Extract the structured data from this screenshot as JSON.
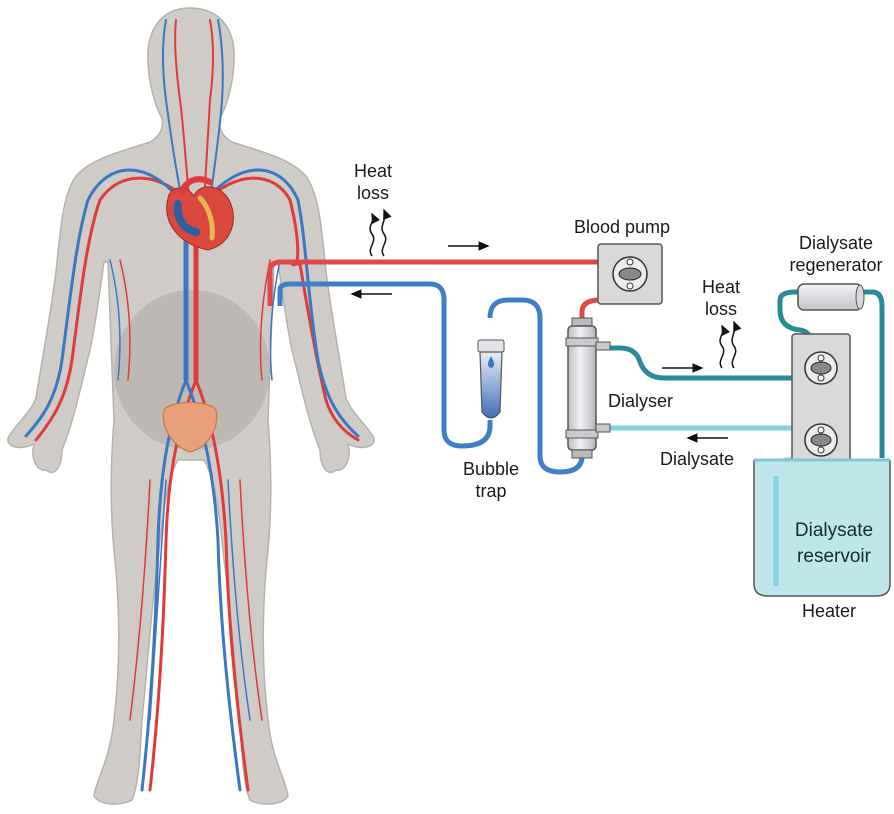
{
  "labels": {
    "heat_loss_left_1": "Heat",
    "heat_loss_left_2": "loss",
    "blood_pump": "Blood pump",
    "dialysate_regenerator_1": "Dialysate",
    "dialysate_regenerator_2": "regenerator",
    "heat_loss_right_1": "Heat",
    "heat_loss_right_2": "loss",
    "dialyser": "Dialyser",
    "dialysate": "Dialysate",
    "bubble_trap_1": "Bubble",
    "bubble_trap_2": "trap",
    "reservoir_1": "Dialysate",
    "reservoir_2": "reservoir",
    "heater": "Heater"
  },
  "colors": {
    "body": "#cfcbc7",
    "body_outline": "#b6b1ac",
    "artery": "#e03a3a",
    "vein": "#3a78c4",
    "arterial_line": "#e04848",
    "venous_line": "#3f7fc7",
    "dialysate_out": "#2a8a9a",
    "dialysate_in": "#86d3de",
    "reservoir_fluid": "#bfe6ea",
    "device_gray": "#d9d9dc"
  }
}
